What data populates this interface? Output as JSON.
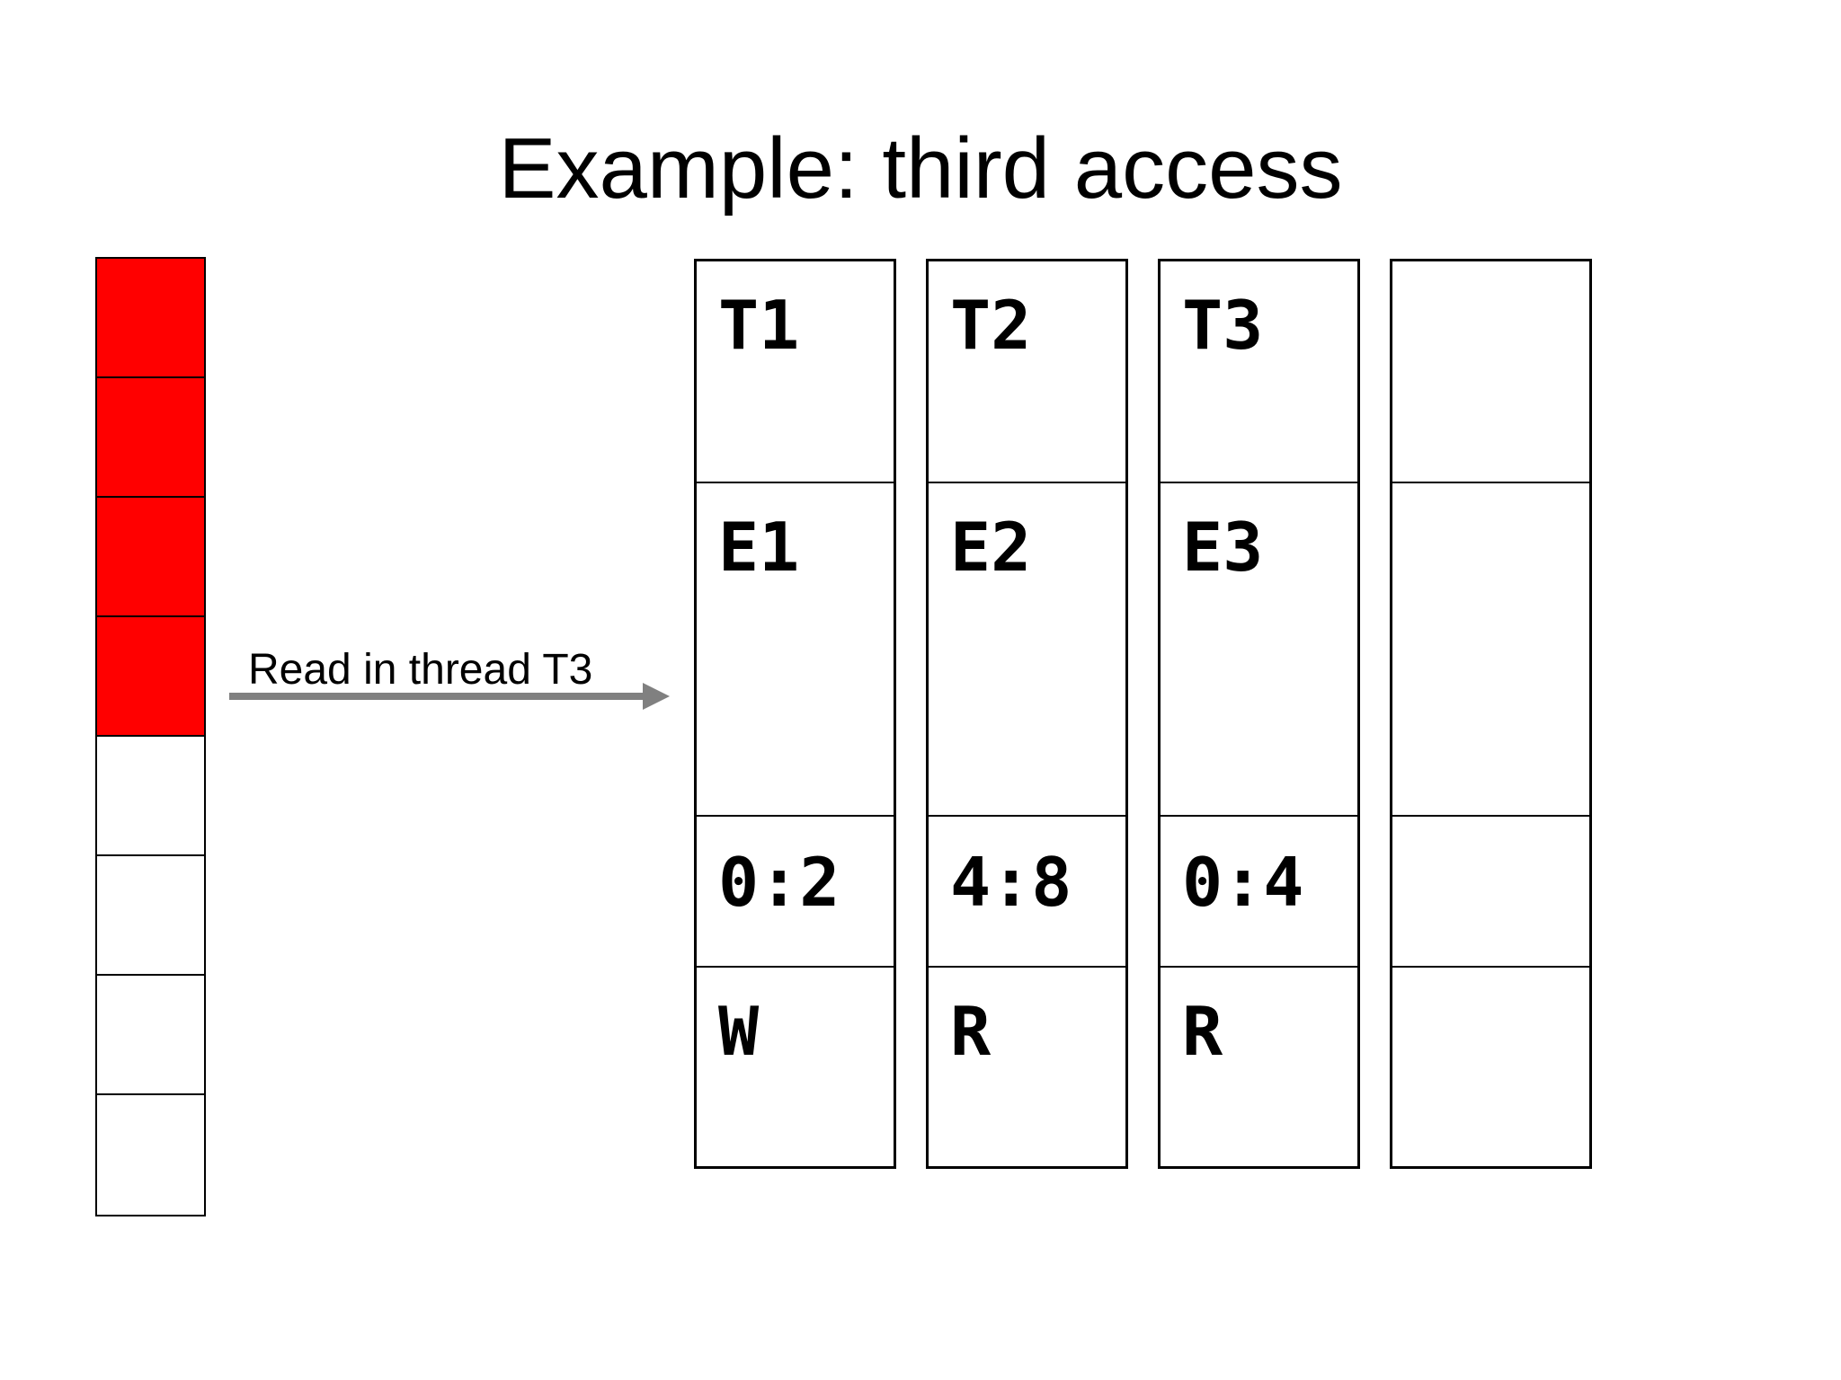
{
  "slide": {
    "title": "Example: third access"
  },
  "memory_column": {
    "cells": [
      "red",
      "red",
      "red",
      "red",
      "white",
      "white",
      "white",
      "white"
    ]
  },
  "arrow": {
    "label": "Read in thread T3"
  },
  "cache_columns": [
    {
      "tag": "T1",
      "entry": "E1",
      "range": "0:2",
      "op": "W"
    },
    {
      "tag": "T2",
      "entry": "E2",
      "range": "4:8",
      "op": "R"
    },
    {
      "tag": "T3",
      "entry": "E3",
      "range": "0:4",
      "op": "R"
    },
    {
      "tag": "",
      "entry": "",
      "range": "",
      "op": ""
    }
  ],
  "colors": {
    "highlight": "#ff0000",
    "arrow": "#808080",
    "border": "#000000",
    "background": "#ffffff"
  }
}
